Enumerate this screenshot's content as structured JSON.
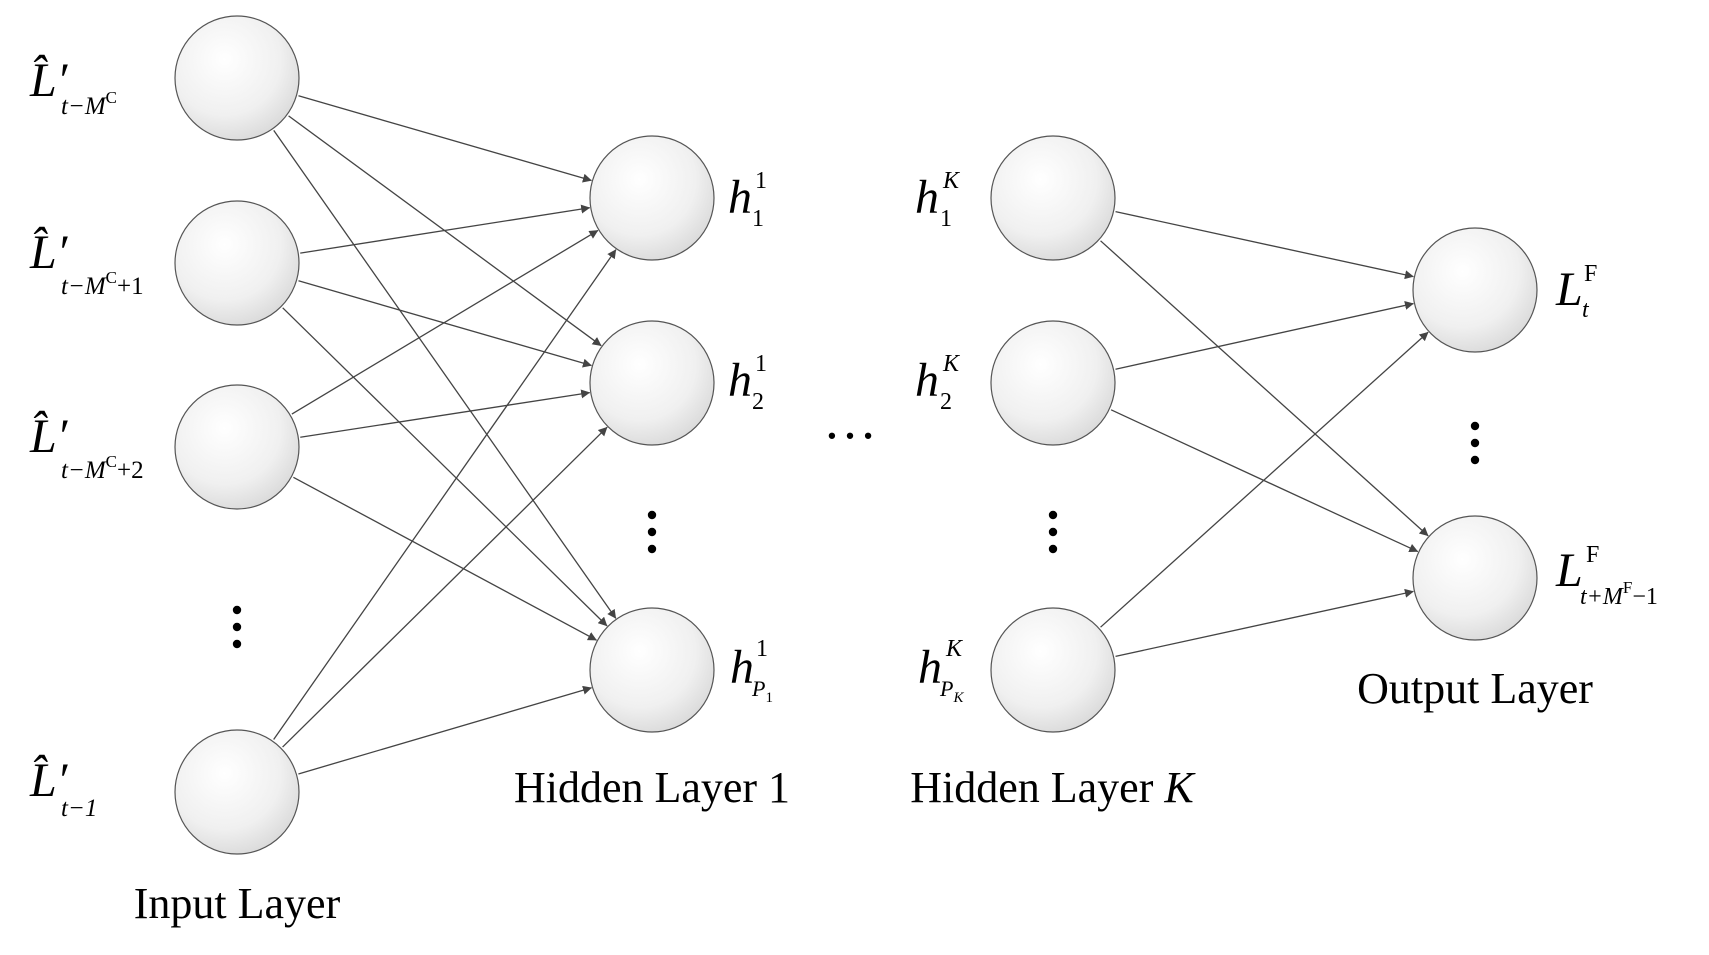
{
  "input_layer": {
    "title": "Input Layer",
    "nodes": [
      {
        "base": "L̂′",
        "sub": "t−M",
        "sub_sup": "C",
        "sub_tail": ""
      },
      {
        "base": "L̂′",
        "sub": "t−M",
        "sub_sup": "C",
        "sub_tail": "+1"
      },
      {
        "base": "L̂′",
        "sub": "t−M",
        "sub_sup": "C",
        "sub_tail": "+2"
      },
      {
        "base": "L̂′",
        "sub": "t−1",
        "sub_sup": "",
        "sub_tail": ""
      }
    ]
  },
  "hidden_layer_1": {
    "title_text": "Hidden Layer 1",
    "nodes": [
      {
        "base": "h",
        "sup": "1",
        "sub": "1",
        "sub_sub": ""
      },
      {
        "base": "h",
        "sup": "1",
        "sub": "2",
        "sub_sub": ""
      },
      {
        "base": "h",
        "sup": "1",
        "sub": "P",
        "sub_sub": "1"
      }
    ]
  },
  "hidden_layer_k": {
    "title_text": "Hidden Layer ",
    "title_var": "K",
    "nodes": [
      {
        "base": "h",
        "sup": "K",
        "sub": "1",
        "sub_sub": ""
      },
      {
        "base": "h",
        "sup": "K",
        "sub": "2",
        "sub_sub": ""
      },
      {
        "base": "h",
        "sup": "K",
        "sub": "P",
        "sub_sub": "K"
      }
    ]
  },
  "output_layer": {
    "title": "Output Layer",
    "nodes": [
      {
        "base": "L",
        "sup": "F",
        "sub": "t",
        "sub_sup": "",
        "sub_tail": ""
      },
      {
        "base": "L",
        "sup": "F",
        "sub": "t+M",
        "sub_sup": "F",
        "sub_tail": "−1"
      }
    ]
  },
  "ellipsis_glyph": "…",
  "colors": {
    "node_fill_light": "#ffffff",
    "node_fill_dark": "#d4d4d4",
    "node_stroke": "#555555",
    "edge": "#444444"
  }
}
